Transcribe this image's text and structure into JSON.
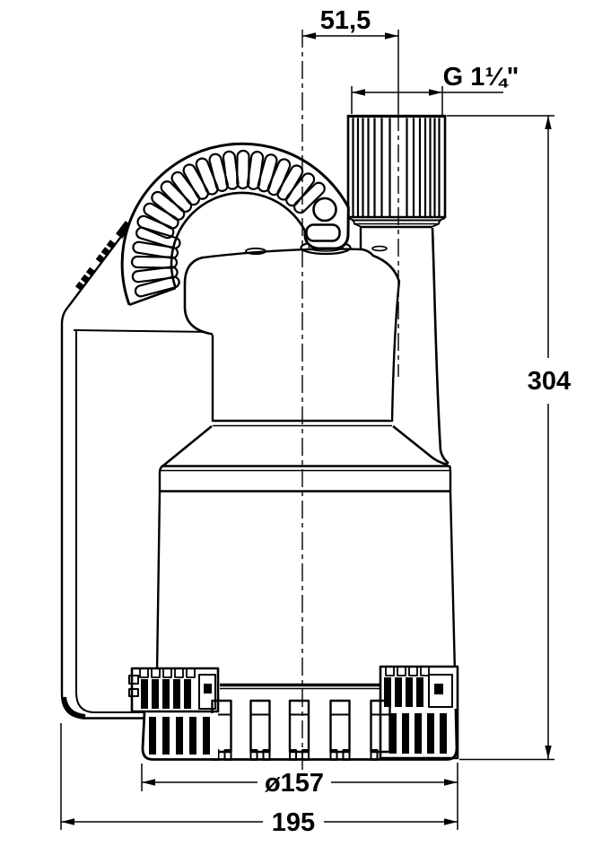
{
  "diagram": {
    "type": "technical-dimension-drawing",
    "subject": "submersible drainage pump - side view",
    "background_color": "#ffffff",
    "line_color": "#000000",
    "dimensions": {
      "outlet_offset": "51,5",
      "thread": "G 1¼\"",
      "total_height": "304",
      "strainer_diameter": "ø157",
      "overall_width": "195"
    }
  }
}
